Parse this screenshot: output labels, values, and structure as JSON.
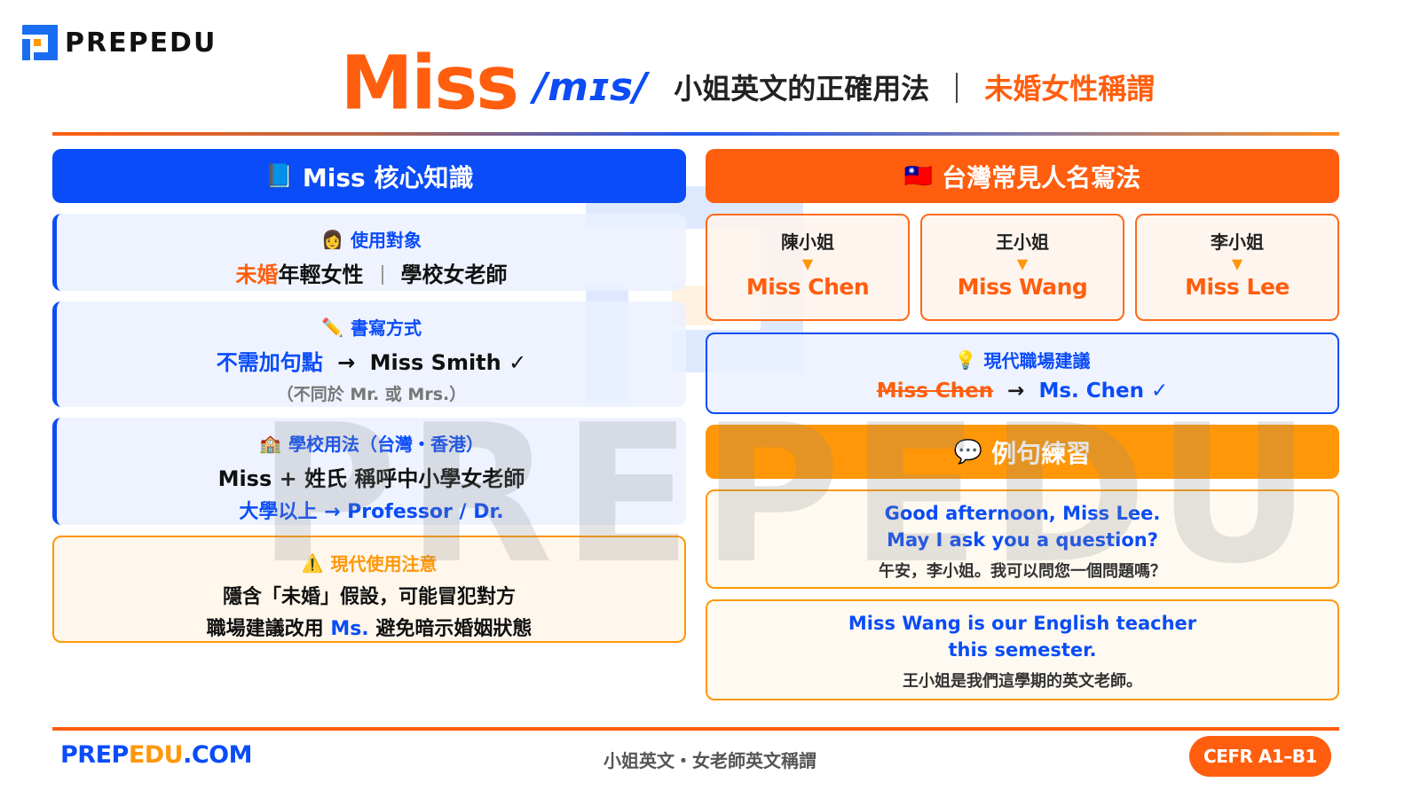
{
  "brand": {
    "logo_text": "PREPEDU",
    "watermark_text": "PREPEDU",
    "colors": {
      "blue": "#0a4cf7",
      "orange": "#ff5e0e",
      "amber": "#ff9708"
    }
  },
  "header": {
    "word": "Miss",
    "phonetic": "/mɪs/",
    "subtitle": "小姐英文的正確用法",
    "subtitle_accent": "未婚女性稱謂"
  },
  "left": {
    "banner": {
      "icon": "📘",
      "label": "Miss 核心知識"
    },
    "cards": [
      {
        "icon": "👩",
        "title": "使用對象",
        "line_accent": "未婚",
        "line_rest": "年輕女性",
        "line_second": "學校女老師"
      },
      {
        "icon": "✏️",
        "title": "書寫方式",
        "line_accent": "不需加句點",
        "arrow": "→",
        "line_rest": "Miss Smith ✓",
        "note": "（不同於 Mr. 或 Mrs.）"
      },
      {
        "icon": "🏫",
        "title": "學校用法（台灣・香港）",
        "line_main": "Miss + 姓氏 稱呼中小學女老師",
        "line_accent": "大學以上 → Professor / Dr."
      }
    ],
    "warning": {
      "icon": "⚠️",
      "title": "現代使用注意",
      "line1": "隱含「未婚」假設，可能冒犯對方",
      "line2_pre": "職場建議改用",
      "line2_accent": "Ms.",
      "line2_post": "避免暗示婚姻狀態"
    }
  },
  "right": {
    "banner": {
      "icon": "🇹🇼",
      "label": "台灣常見人名寫法"
    },
    "names": [
      {
        "zh": "陳小姐",
        "arrow": "▼",
        "en": "Miss Chen"
      },
      {
        "zh": "王小姐",
        "arrow": "▼",
        "en": "Miss Wang"
      },
      {
        "zh": "李小姐",
        "arrow": "▼",
        "en": "Miss Lee"
      }
    ],
    "tip": {
      "icon": "💡",
      "title": "現代職場建議",
      "old": "Miss Chen",
      "arrow": "→",
      "new": "Ms. Chen ✓"
    },
    "examples_banner": {
      "icon": "💬",
      "label": "例句練習"
    },
    "examples": [
      {
        "en_line1": "Good afternoon, Miss Lee.",
        "en_line2": "May I ask you a question?",
        "zh": "午安，李小姐。我可以問您一個問題嗎？"
      },
      {
        "en_line1": "Miss Wang is our English teacher",
        "en_line2": "this semester.",
        "zh": "王小姐是我們這學期的英文老師。"
      }
    ]
  },
  "footer": {
    "site_part1": "PREP",
    "site_part2": "EDU",
    "site_part3": ".COM",
    "center": "小姐英文・女老師英文稱謂",
    "badge": "CEFR A1–B1"
  }
}
